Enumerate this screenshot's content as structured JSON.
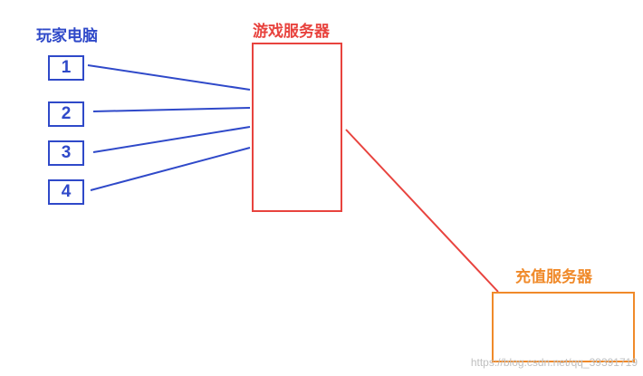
{
  "player_group": {
    "title": "玩家电脑",
    "clients": [
      "1",
      "2",
      "3",
      "4"
    ],
    "color": "#2f49c9"
  },
  "game_server": {
    "title": "游戏服务器",
    "color": "#e8433e"
  },
  "recharge_server": {
    "title": "充值服务器",
    "color": "#f08a2a"
  },
  "cursor": {
    "icon": "move-cursor-icon"
  },
  "watermark": "https://blog.csdn.net/qq_39391719"
}
